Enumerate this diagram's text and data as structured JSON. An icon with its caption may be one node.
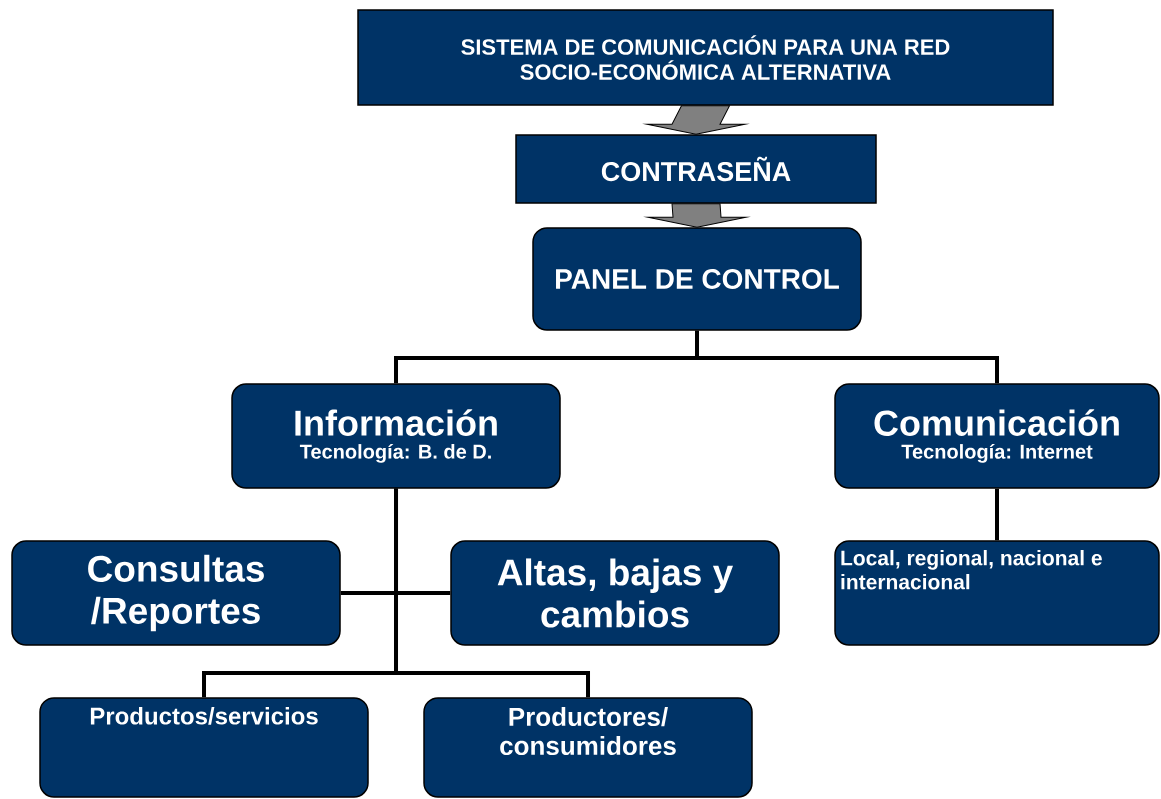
{
  "diagram": {
    "nodes": [
      {
        "text": [
          "SISTEMA DE COMUNICACIÓN PARA UNA RED SOCIO-ECONÓMICA ALTERNATIVA"
        ]
      },
      {
        "text": [
          "CONTRASEÑA"
        ]
      },
      {
        "text": [
          "PANEL DE CONTROL"
        ]
      },
      {
        "text": [
          "Información",
          "Tecnología: B. de D."
        ]
      },
      {
        "text": [
          "Comunicación",
          "Tecnología: Internet"
        ]
      },
      {
        "text": [
          "Consultas /Reportes"
        ]
      },
      {
        "text": [
          "Altas, bajas y cambios"
        ]
      },
      {
        "text": [
          "Local, regional, nacional e internacional"
        ]
      },
      {
        "text": [
          "Productos/servicios"
        ]
      },
      {
        "text": [
          "Productores/ consumidores"
        ]
      }
    ],
    "edges": [
      {
        "from": 0,
        "to": 1,
        "arrow": "to",
        "style": "thick",
        "color": "#808080"
      },
      {
        "from": 1,
        "to": 2,
        "arrow": "to",
        "style": "thick",
        "color": "#808080"
      },
      {
        "from": 2,
        "to": 3,
        "arrow": "none"
      },
      {
        "from": 2,
        "to": 4,
        "arrow": "none"
      },
      {
        "from": 3,
        "to": 5,
        "arrow": "none"
      },
      {
        "from": 3,
        "to": 6,
        "arrow": "none"
      },
      {
        "from": 3,
        "to": 8,
        "arrow": "none"
      },
      {
        "from": 3,
        "to": 9,
        "arrow": "none"
      },
      {
        "from": 4,
        "to": 7,
        "arrow": "none"
      }
    ]
  }
}
